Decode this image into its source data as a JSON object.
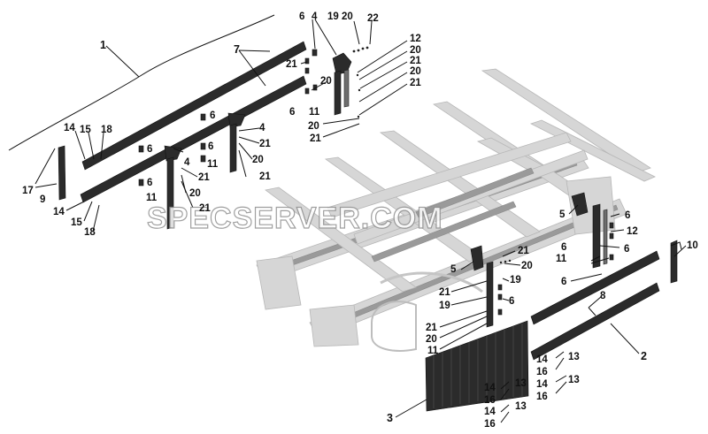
{
  "watermark": "SPECSERVER.COM",
  "labels": [
    {
      "text": "1"
    },
    {
      "text": "7"
    },
    {
      "text": "6"
    },
    {
      "text": "4"
    },
    {
      "text": "19"
    },
    {
      "text": "20"
    },
    {
      "text": "22"
    },
    {
      "text": "12"
    },
    {
      "text": "20"
    },
    {
      "text": "21"
    },
    {
      "text": "20"
    },
    {
      "text": "21"
    },
    {
      "text": "21"
    },
    {
      "text": "20"
    },
    {
      "text": "6"
    },
    {
      "text": "11"
    },
    {
      "text": "20"
    },
    {
      "text": "21"
    },
    {
      "text": "14"
    },
    {
      "text": "15"
    },
    {
      "text": "18"
    },
    {
      "text": "6"
    },
    {
      "text": "6"
    },
    {
      "text": "4"
    },
    {
      "text": "21"
    },
    {
      "text": "6"
    },
    {
      "text": "4"
    },
    {
      "text": "11"
    },
    {
      "text": "20"
    },
    {
      "text": "21"
    },
    {
      "text": "21"
    },
    {
      "text": "17"
    },
    {
      "text": "9"
    },
    {
      "text": "6"
    },
    {
      "text": "20"
    },
    {
      "text": "11"
    },
    {
      "text": "21"
    },
    {
      "text": "14"
    },
    {
      "text": "15"
    },
    {
      "text": "18"
    },
    {
      "text": "5"
    },
    {
      "text": "6"
    },
    {
      "text": "12"
    },
    {
      "text": "6"
    },
    {
      "text": "11"
    },
    {
      "text": "6"
    },
    {
      "text": "10"
    },
    {
      "text": "6"
    },
    {
      "text": "8"
    },
    {
      "text": "21"
    },
    {
      "text": "20"
    },
    {
      "text": "5"
    },
    {
      "text": "19"
    },
    {
      "text": "6"
    },
    {
      "text": "21"
    },
    {
      "text": "19"
    },
    {
      "text": "21"
    },
    {
      "text": "20"
    },
    {
      "text": "11"
    },
    {
      "text": "2"
    },
    {
      "text": "14"
    },
    {
      "text": "13"
    },
    {
      "text": "16"
    },
    {
      "text": "14"
    },
    {
      "text": "13"
    },
    {
      "text": "16"
    },
    {
      "text": "14"
    },
    {
      "text": "13"
    },
    {
      "text": "16"
    },
    {
      "text": "14"
    },
    {
      "text": "13"
    },
    {
      "text": "16"
    },
    {
      "text": "3"
    }
  ]
}
